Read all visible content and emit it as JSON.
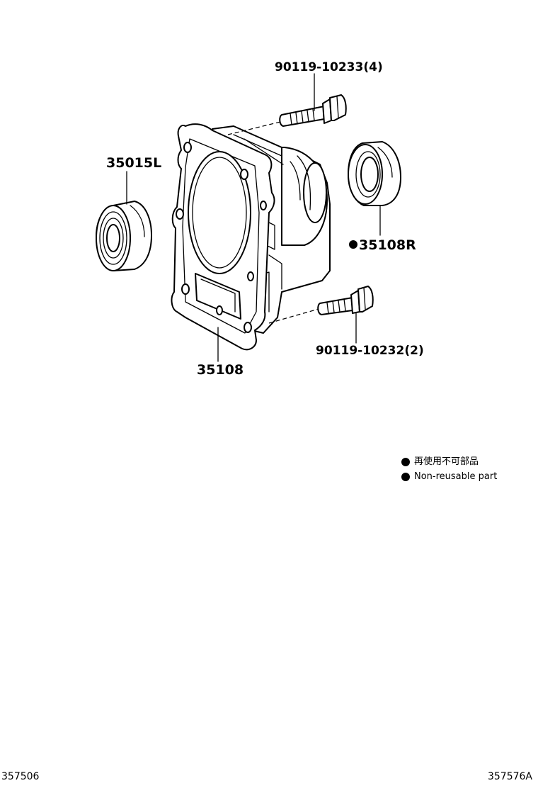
{
  "parts": {
    "bolt_top": "90119-10233(4)",
    "bearing": "35015L",
    "oil_seal": "35108R",
    "housing": "35108",
    "bolt_bottom": "90119-10232(2)"
  },
  "legend": {
    "items": [
      {
        "marker": "black-dot-icon",
        "text": "再使用不可部品"
      },
      {
        "marker": "black-dot-icon",
        "text": "Non-reusable part"
      }
    ]
  },
  "footer": {
    "left_code": "357506",
    "right_code": "357576A"
  },
  "colors": {
    "line": "#000000",
    "background": "#ffffff"
  }
}
